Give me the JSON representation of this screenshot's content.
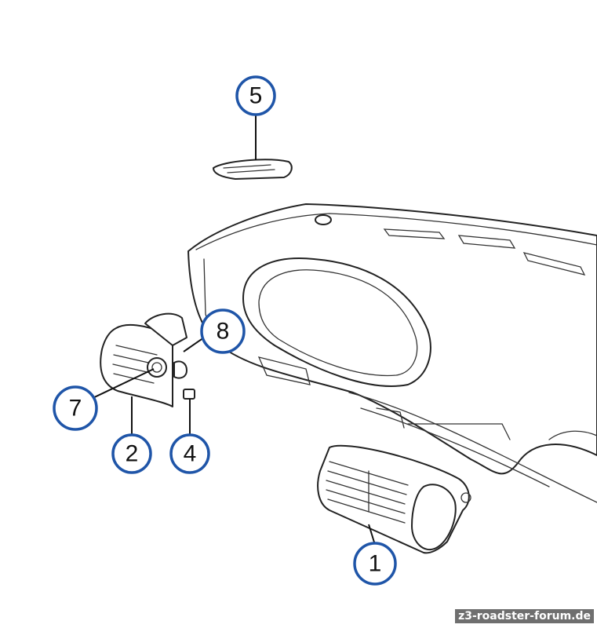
{
  "callouts": [
    {
      "id": "1",
      "label": "1"
    },
    {
      "id": "2",
      "label": "2"
    },
    {
      "id": "4",
      "label": "4"
    },
    {
      "id": "5",
      "label": "5"
    },
    {
      "id": "7",
      "label": "7"
    },
    {
      "id": "8",
      "label": "8"
    }
  ],
  "watermark": "z3-roadster-forum.de"
}
